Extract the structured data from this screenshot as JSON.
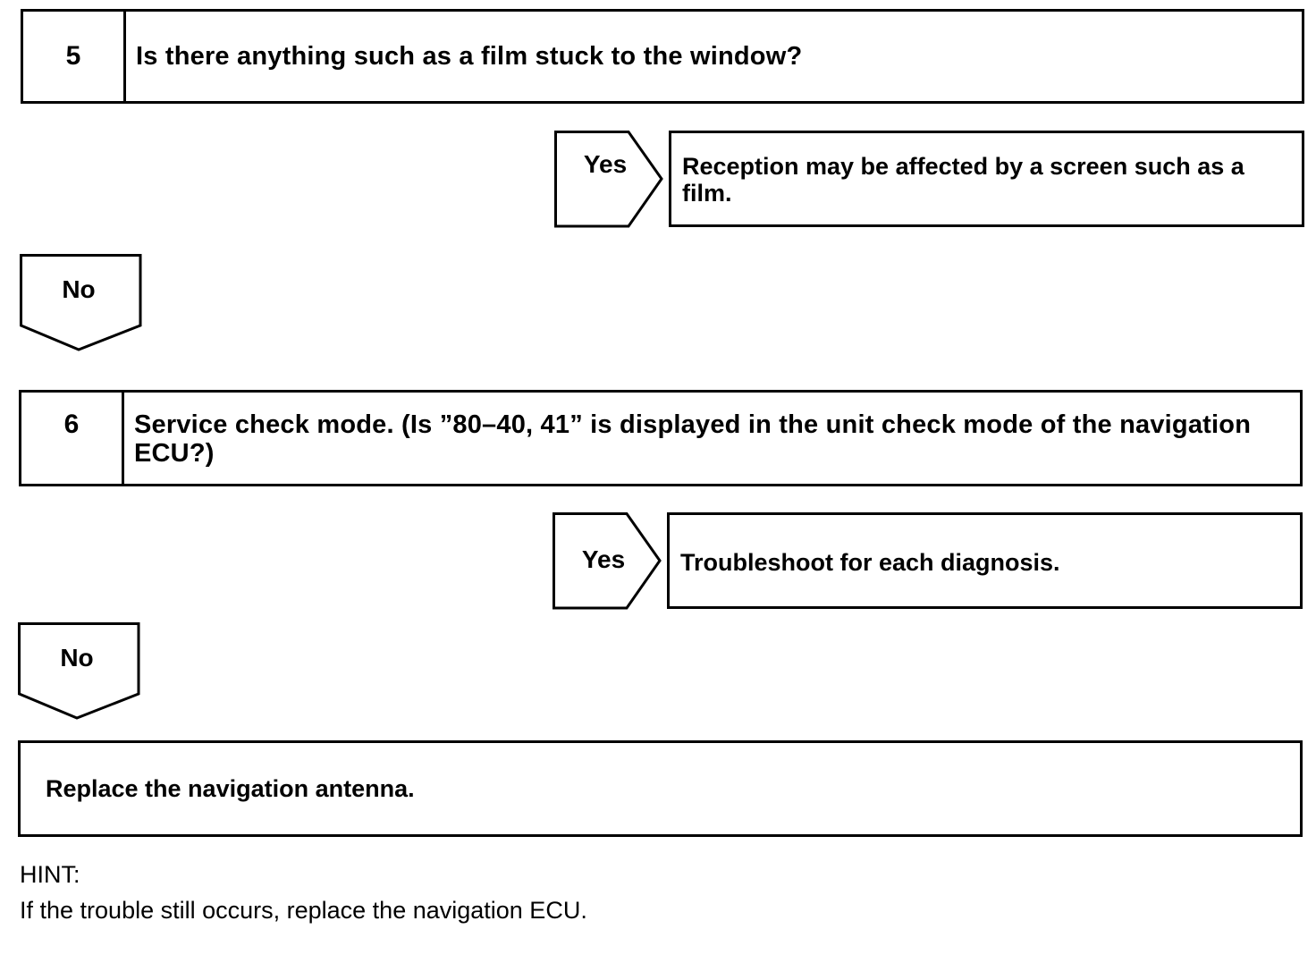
{
  "steps": [
    {
      "number": "5",
      "question": "Is there anything such as a film stuck to the window?",
      "yes_label": "Yes",
      "yes_result": "Reception may be affected by a screen such as a film.",
      "no_label": "No"
    },
    {
      "number": "6",
      "question": "Service check mode. (Is ”80–40, 41” is displayed in the unit check mode of the navigation ECU?)",
      "yes_label": "Yes",
      "yes_result": "Troubleshoot for each diagnosis.",
      "no_label": "No"
    }
  ],
  "final_action": "Replace the navigation antenna.",
  "hint": {
    "label": "HINT:",
    "text": "If the trouble still occurs, replace the navigation ECU."
  }
}
